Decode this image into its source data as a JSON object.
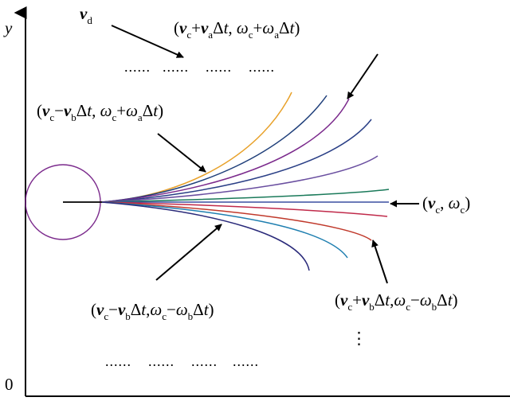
{
  "axes": {
    "y_label": "y",
    "origin_label": "0"
  },
  "labels": {
    "vd": {
      "main": "v",
      "sub": "d"
    },
    "top_right": {
      "parts": [
        {
          "t": "(",
          "k": "n"
        },
        {
          "t": "v",
          "k": "b"
        },
        {
          "t": "c",
          "k": "s"
        },
        {
          "t": "+",
          "k": "n"
        },
        {
          "t": "v",
          "k": "b"
        },
        {
          "t": "a",
          "k": "s"
        },
        {
          "t": "Δ",
          "k": "n"
        },
        {
          "t": "t",
          "k": "i"
        },
        {
          "t": ", ",
          "k": "n"
        },
        {
          "t": "ω",
          "k": "i"
        },
        {
          "t": "c",
          "k": "s"
        },
        {
          "t": "+",
          "k": "n"
        },
        {
          "t": "ω",
          "k": "i"
        },
        {
          "t": "a",
          "k": "s"
        },
        {
          "t": "Δ",
          "k": "n"
        },
        {
          "t": "t",
          "k": "i"
        },
        {
          "t": ")",
          "k": "n"
        }
      ]
    },
    "upper_left": {
      "parts": [
        {
          "t": "(",
          "k": "n"
        },
        {
          "t": "v",
          "k": "b"
        },
        {
          "t": "c",
          "k": "s"
        },
        {
          "t": "−",
          "k": "n"
        },
        {
          "t": "v",
          "k": "b"
        },
        {
          "t": "b",
          "k": "s"
        },
        {
          "t": "Δ",
          "k": "n"
        },
        {
          "t": "t",
          "k": "i"
        },
        {
          "t": ", ",
          "k": "n"
        },
        {
          "t": "ω",
          "k": "i"
        },
        {
          "t": "c",
          "k": "s"
        },
        {
          "t": "+",
          "k": "n"
        },
        {
          "t": "ω",
          "k": "i"
        },
        {
          "t": "a",
          "k": "s"
        },
        {
          "t": "Δ",
          "k": "n"
        },
        {
          "t": "t",
          "k": "i"
        },
        {
          "t": ")",
          "k": "n"
        }
      ]
    },
    "center_right": {
      "parts": [
        {
          "t": "(",
          "k": "n"
        },
        {
          "t": "v",
          "k": "b"
        },
        {
          "t": "c",
          "k": "s"
        },
        {
          "t": ", ",
          "k": "n"
        },
        {
          "t": "ω",
          "k": "i"
        },
        {
          "t": "c",
          "k": "s"
        },
        {
          "t": ")",
          "k": "n"
        }
      ]
    },
    "lower_left": {
      "parts": [
        {
          "t": "(",
          "k": "n"
        },
        {
          "t": "v",
          "k": "b"
        },
        {
          "t": "c",
          "k": "s"
        },
        {
          "t": "−",
          "k": "n"
        },
        {
          "t": "v",
          "k": "b"
        },
        {
          "t": "b",
          "k": "s"
        },
        {
          "t": "Δ",
          "k": "n"
        },
        {
          "t": "t",
          "k": "i"
        },
        {
          "t": ",",
          "k": "n"
        },
        {
          "t": "ω",
          "k": "i"
        },
        {
          "t": "c",
          "k": "s"
        },
        {
          "t": "−",
          "k": "n"
        },
        {
          "t": "ω",
          "k": "i"
        },
        {
          "t": "b",
          "k": "s"
        },
        {
          "t": "Δ",
          "k": "n"
        },
        {
          "t": "t",
          "k": "i"
        },
        {
          "t": ")",
          "k": "n"
        }
      ]
    },
    "lower_right": {
      "parts": [
        {
          "t": "(",
          "k": "n"
        },
        {
          "t": "v",
          "k": "b"
        },
        {
          "t": "c",
          "k": "s"
        },
        {
          "t": "+",
          "k": "n"
        },
        {
          "t": "v",
          "k": "b"
        },
        {
          "t": "b",
          "k": "s"
        },
        {
          "t": "Δ",
          "k": "n"
        },
        {
          "t": "t",
          "k": "i"
        },
        {
          "t": ",",
          "k": "n"
        },
        {
          "t": "ω",
          "k": "i"
        },
        {
          "t": "c",
          "k": "s"
        },
        {
          "t": "−",
          "k": "n"
        },
        {
          "t": "ω",
          "k": "i"
        },
        {
          "t": "b",
          "k": "s"
        },
        {
          "t": "Δ",
          "k": "n"
        },
        {
          "t": "t",
          "k": "i"
        },
        {
          "t": ")",
          "k": "n"
        }
      ]
    }
  },
  "ellipses": {
    "top": [
      "......",
      "......",
      "......",
      "......"
    ],
    "bottom": [
      "......",
      "......",
      "......",
      "......"
    ],
    "vertical": "⋮"
  },
  "trajectory_colors": [
    "#e8a12a",
    "#1f3f7a",
    "#7b2a8c",
    "#2a3f86",
    "#6a4fa0",
    "#1a7a5a",
    "#3a4fa0",
    "#c02a4a",
    "#c0392b",
    "#1f7fb0",
    "#2a2a7a"
  ],
  "colors": {
    "robot": "#7b2a8c",
    "axis": "#000000",
    "arrow": "#000000",
    "heading": "#000000"
  }
}
